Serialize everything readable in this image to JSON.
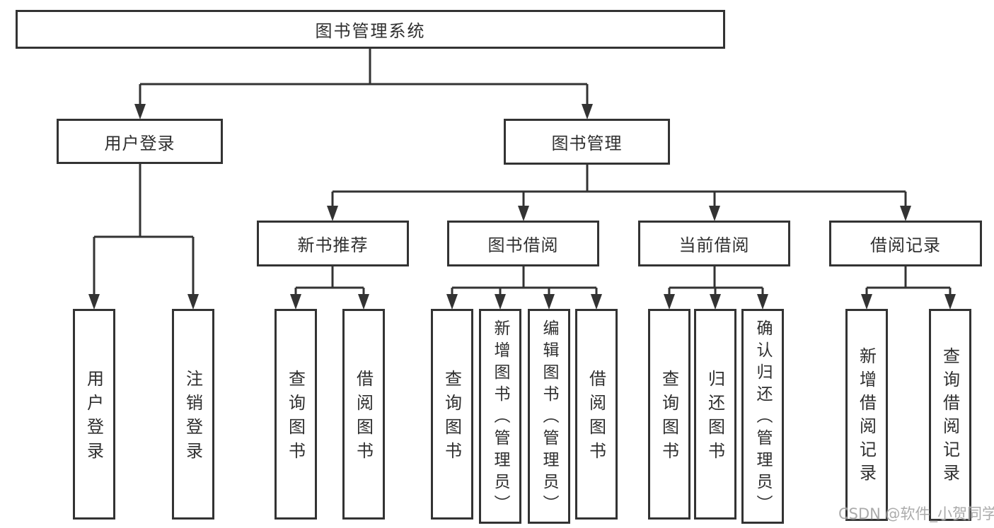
{
  "diagram": {
    "title": "图书管理系统",
    "branches": [
      {
        "label": "用户登录",
        "children": [
          {
            "label": "用户登录"
          },
          {
            "label": "注销登录"
          }
        ]
      },
      {
        "label": "图书管理",
        "sections": [
          {
            "label": "新书推荐",
            "children": [
              {
                "label": "查询图书"
              },
              {
                "label": "借阅图书"
              }
            ]
          },
          {
            "label": "图书借阅",
            "children": [
              {
                "label": "查询图书"
              },
              {
                "label": "新增图书（管理员）"
              },
              {
                "label": "编辑图书（管理员）"
              },
              {
                "label": "借阅图书"
              }
            ]
          },
          {
            "label": "当前借阅",
            "children": [
              {
                "label": "查询图书"
              },
              {
                "label": "归还图书"
              },
              {
                "label": "确认归还（管理员）"
              }
            ]
          },
          {
            "label": "借阅记录",
            "children": [
              {
                "label": "新增借阅记录"
              },
              {
                "label": "查询借阅记录"
              }
            ]
          }
        ]
      }
    ]
  },
  "watermark": {
    "text": "CSDN @软件_小贺同学"
  },
  "colors": {
    "line": "#333333",
    "text": "#2f2f2f",
    "background": "#ffffff",
    "watermark": "#a3a3a3"
  }
}
